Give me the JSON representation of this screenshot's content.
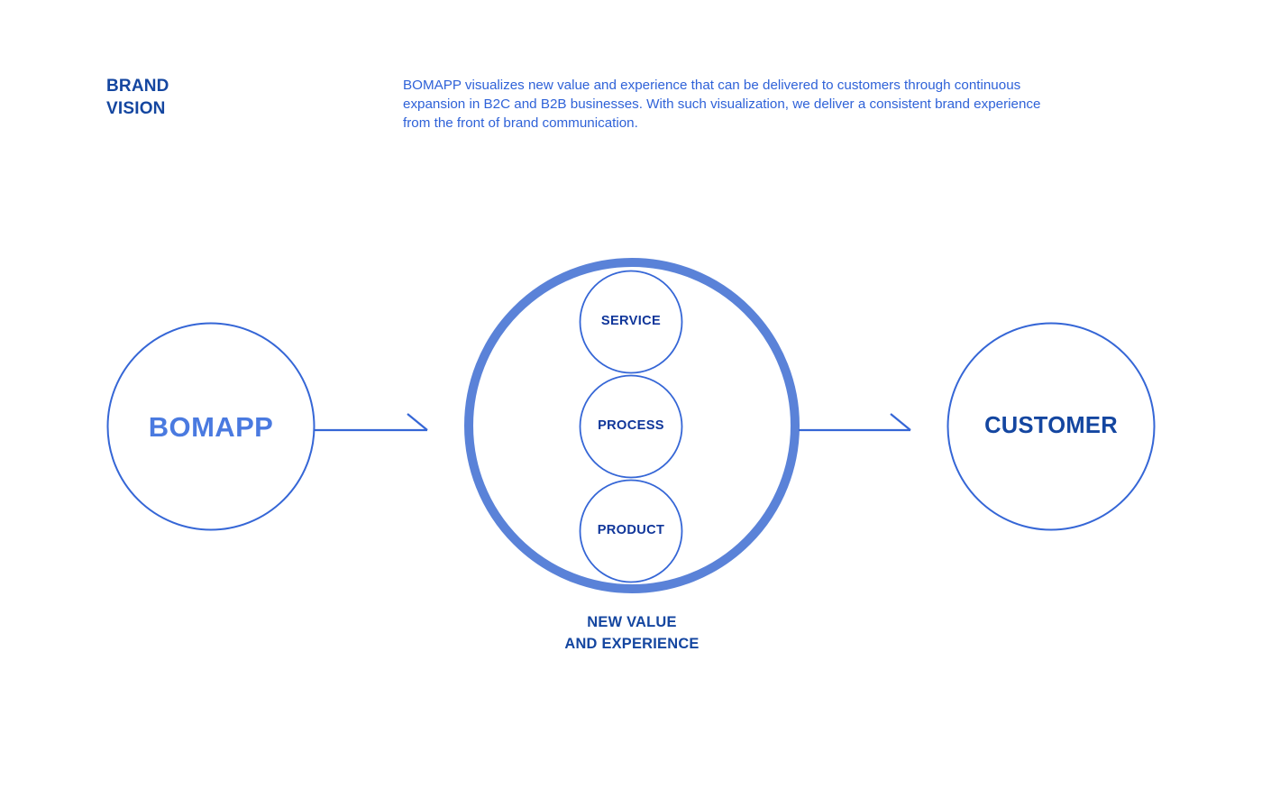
{
  "header": {
    "heading": "BRAND\nVISION",
    "body": "BOMAPP visualizes new value and experience that can be delivered to customers through continuous expansion in B2C and B2B businesses. With such visualization, we deliver a consistent brand experience from the front of brand communication."
  },
  "diagram": {
    "source_node": {
      "label": "BOMAPP"
    },
    "center_node": {
      "caption": "NEW VALUE\nAND EXPERIENCE",
      "inner_nodes": [
        {
          "label": "SERVICE"
        },
        {
          "label": "PROCESS"
        },
        {
          "label": "PRODUCT"
        }
      ]
    },
    "target_node": {
      "label": "CUSTOMER"
    },
    "arrows": [
      {
        "name": "arrow-bomapp-to-center"
      },
      {
        "name": "arrow-center-to-customer"
      }
    ]
  },
  "colors": {
    "heading_blue": "#1446a0",
    "body_blue": "#2f62d8",
    "outline_blue": "#3566d6",
    "ring_blue": "#5a82d8",
    "bomapp_blue": "#4a7ae0",
    "background": "#ffffff"
  }
}
